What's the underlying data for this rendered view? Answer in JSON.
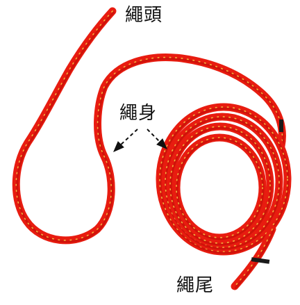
{
  "labels": {
    "head": "繩頭",
    "body": "繩身",
    "tail": "繩尾"
  },
  "colors": {
    "rope": "#e81c10",
    "rope_shade": "#b80d06",
    "fleck": "#f3d24a",
    "text": "#111111",
    "arrow": "#111111"
  }
}
